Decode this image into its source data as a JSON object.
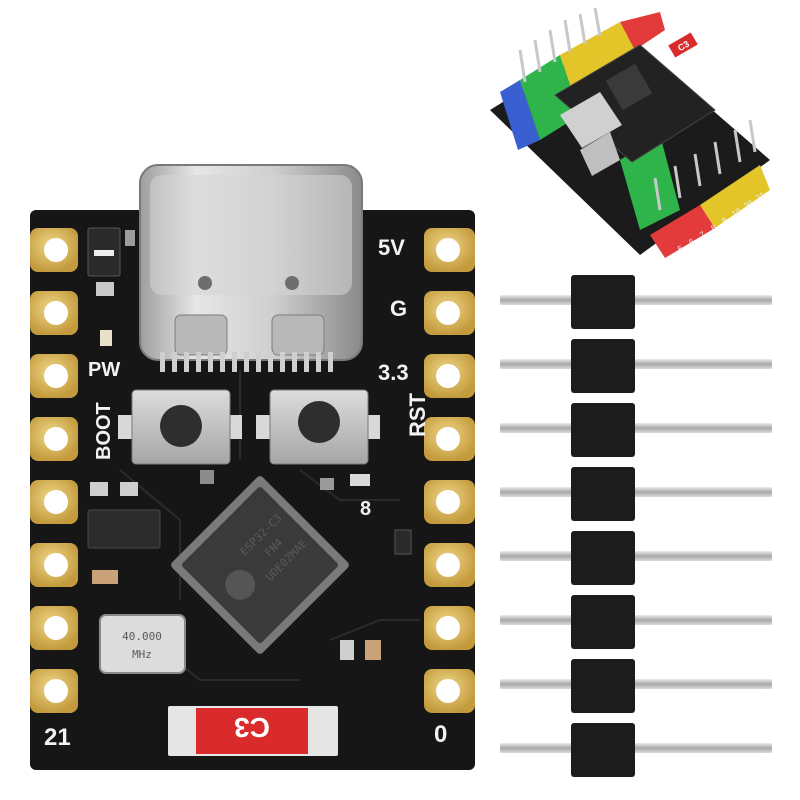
{
  "board": {
    "labels": {
      "pin_5v": "5V",
      "pin_g": "G",
      "pin_33": "3.3",
      "pin_rst": "RST",
      "pin_8": "8",
      "pin_pw": "PW",
      "pin_boot": "BOOT",
      "pin_21": "21",
      "pin_0": "0",
      "brand_tag": "C3"
    },
    "crystal": {
      "line1": "40.000",
      "line2": "MHz"
    },
    "chip": {
      "line1": "ESP32-C3",
      "line2": "FN4",
      "line3": "UDE02MAE"
    }
  },
  "thumbnail": {
    "brand_tag": "C3",
    "pin_numbers": [
      "5",
      "6",
      "7",
      "8",
      "9",
      "10",
      "20",
      "21"
    ]
  },
  "colors": {
    "pcb": "#1a1a1a",
    "pad_gold": "#d4b45a",
    "header_plastic": "#1c1c1c",
    "pin_metal": "#bdbdbd",
    "tag_red": "#d92b2b"
  }
}
